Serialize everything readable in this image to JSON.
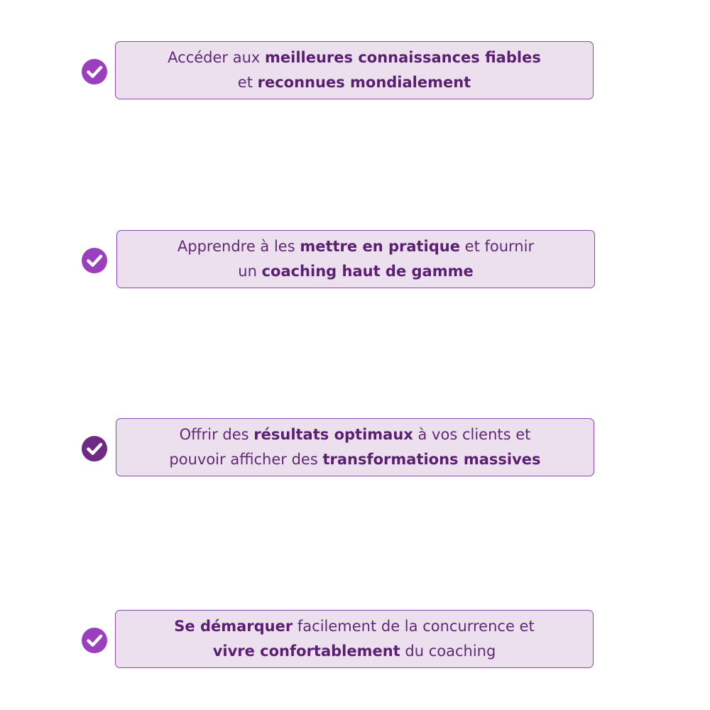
{
  "colors": {
    "check_fill": "#9b3fbf",
    "check_fill_dark": "#6f2a86",
    "box_background": "#ece0ee",
    "box_border": "#8e44b5",
    "text": "#5f2a73"
  },
  "icons": [
    "check-circle-icon"
  ],
  "items": [
    {
      "line1": {
        "pre": "Accéder aux ",
        "bold": "meilleures connaissances fiables",
        "post": ""
      },
      "line2": {
        "pre": "et ",
        "bold": "reconnues mondialement",
        "post": ""
      }
    },
    {
      "line1": {
        "pre": "Apprendre à les ",
        "bold": "mettre en pratique",
        "post": " et fournir"
      },
      "line2": {
        "pre": "un ",
        "bold": "coaching haut de gamme",
        "post": ""
      }
    },
    {
      "line1": {
        "pre": "Offrir des ",
        "bold": "résultats optimaux",
        "post": " à vos clients et"
      },
      "line2": {
        "pre": "pouvoir afficher des ",
        "bold": "transformations massives",
        "post": ""
      }
    },
    {
      "line1": {
        "pre": "",
        "bold": "Se démarquer",
        "post": " facilement de la concurrence et"
      },
      "line2": {
        "pre": "",
        "bold": "vivre confortablement",
        "post": " du coaching"
      }
    }
  ]
}
